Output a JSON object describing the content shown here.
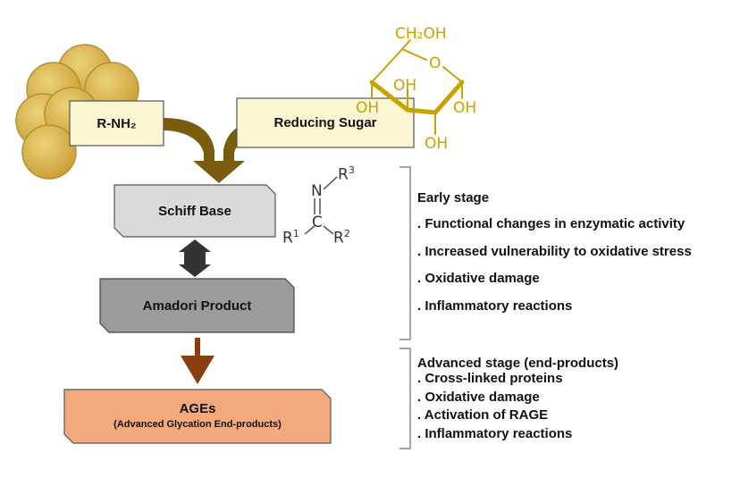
{
  "reactants": {
    "amine_label": "R-NH₂",
    "sugar_label": "Reducing Sugar"
  },
  "glucose": {
    "ch2oh": "CH₂OH",
    "ring_o": "O",
    "oh": "OH"
  },
  "schiff_structure": {
    "n": "N",
    "c": "C",
    "r": "R",
    "r1_sup": "1",
    "r2_sup": "2",
    "r3_sup": "3"
  },
  "steps": {
    "schiff_base": "Schiff Base",
    "amadori": "Amadori Product",
    "ages_title": "AGEs",
    "ages_subtitle": "(Advanced Glycation End-products)"
  },
  "early_stage": {
    "heading": "Early stage",
    "items": [
      ". Functional changes in enzymatic activity",
      ". Increased vulnerability to oxidative stress",
      ". Oxidative damage",
      ". Inflammatory reactions"
    ]
  },
  "advanced_stage": {
    "heading": "Advanced stage (end-products)",
    "items": [
      ". Cross-linked proteins",
      ". Oxidative damage",
      ". Activation of RAGE",
      ". Inflammatory reactions"
    ]
  },
  "colors": {
    "cream_box": "#fdf6d2",
    "coin_gold": "#d9b34a",
    "merge_arrow": "#7a5c10",
    "schiff_box": "#dadada",
    "amadori_box": "#9b9b9b",
    "ages_box": "#f3a97b",
    "down_arrow": "#8a3d0f"
  }
}
